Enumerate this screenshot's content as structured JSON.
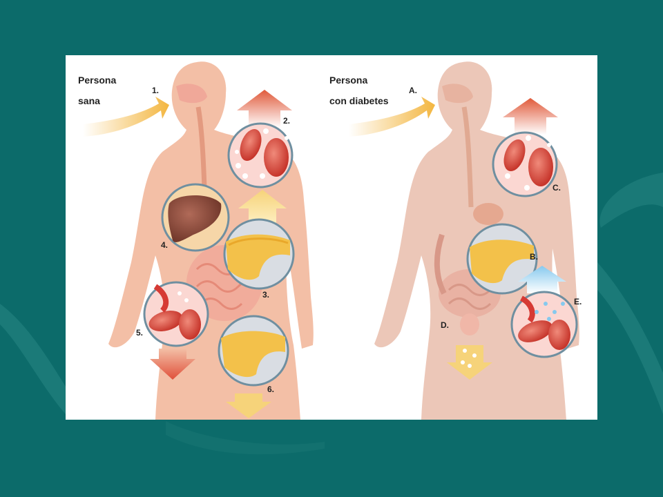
{
  "left_figure": {
    "heading_line1": "Persona",
    "heading_line2": "sana",
    "markers": [
      "1.",
      "2.",
      "3.",
      "4.",
      "5.",
      "6."
    ]
  },
  "right_figure": {
    "heading_line1": "Persona",
    "heading_line2": "con diabetes",
    "markers": [
      "A.",
      "B.",
      "C.",
      "D.",
      "E."
    ]
  },
  "colors": {
    "background": "#0c6b6a",
    "panel": "#ffffff",
    "body_healthy": "#f3bfa6",
    "body_diabetic": "#ecc7b8",
    "blood_cell": "#d63a34",
    "pancreas": "#f3c14a",
    "liver": "#8a4a3a",
    "arrow_red": "#e05a3a",
    "arrow_yellow": "#f6d37a",
    "arrow_blue": "#8fd0f0"
  }
}
